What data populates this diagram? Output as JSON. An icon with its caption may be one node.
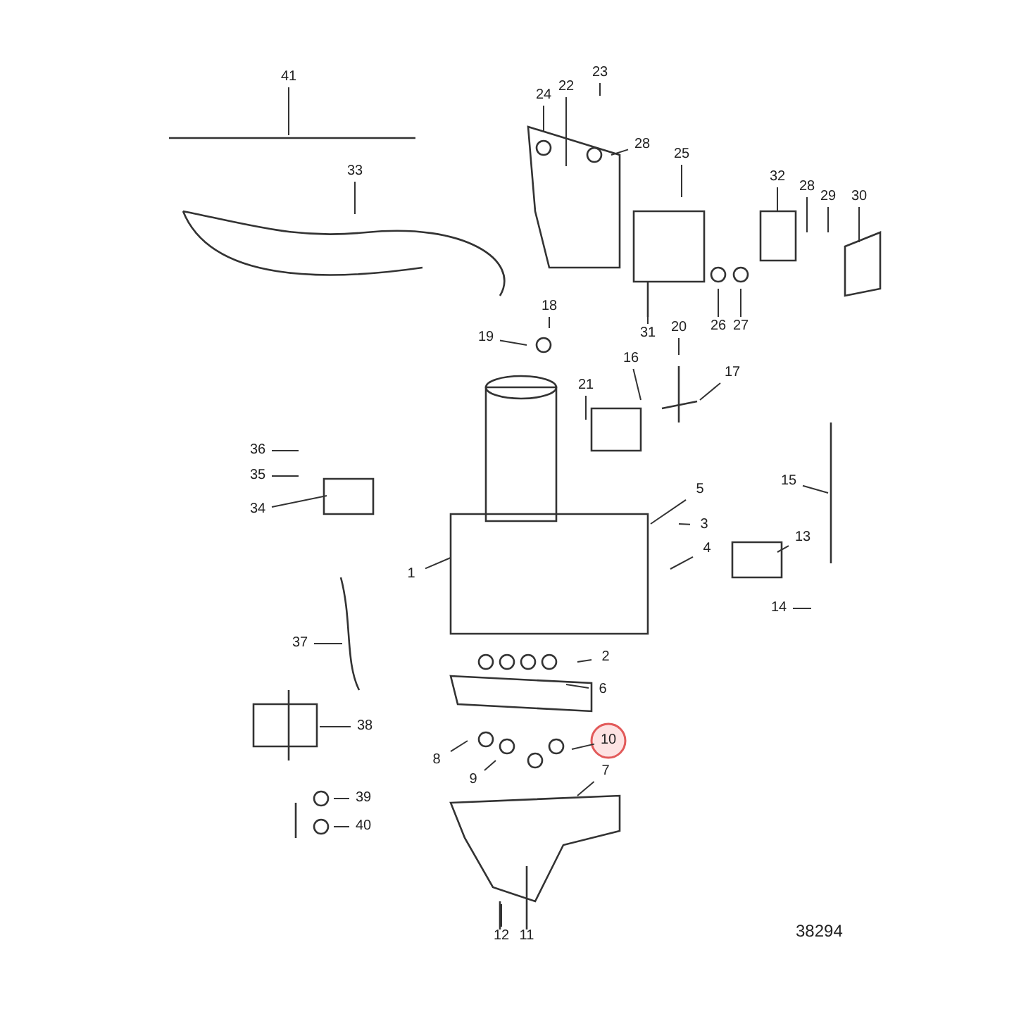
{
  "diagram": {
    "nodes": [
      {
        "text": [
          "41"
        ]
      },
      {
        "text": [
          "33"
        ]
      },
      {
        "text": [
          "24"
        ]
      },
      {
        "text": [
          "22"
        ]
      },
      {
        "text": [
          "23"
        ]
      },
      {
        "text": [
          "28"
        ]
      },
      {
        "text": [
          "25"
        ]
      },
      {
        "text": [
          "32"
        ]
      },
      {
        "text": [
          "28"
        ]
      },
      {
        "text": [
          "29"
        ]
      },
      {
        "text": [
          "30"
        ]
      },
      {
        "text": [
          "18"
        ]
      },
      {
        "text": [
          "19"
        ]
      },
      {
        "text": [
          "31"
        ]
      },
      {
        "text": [
          "20"
        ]
      },
      {
        "text": [
          "26"
        ]
      },
      {
        "text": [
          "27"
        ]
      },
      {
        "text": [
          "17"
        ]
      },
      {
        "text": [
          "21"
        ]
      },
      {
        "text": [
          "16"
        ]
      },
      {
        "text": [
          "36"
        ]
      },
      {
        "text": [
          "35"
        ]
      },
      {
        "text": [
          "34"
        ]
      },
      {
        "text": [
          "1"
        ]
      },
      {
        "text": [
          "5"
        ]
      },
      {
        "text": [
          "3"
        ]
      },
      {
        "text": [
          "4"
        ]
      },
      {
        "text": [
          "13"
        ]
      },
      {
        "text": [
          "15"
        ]
      },
      {
        "text": [
          "14"
        ]
      },
      {
        "text": [
          "37"
        ]
      },
      {
        "text": [
          "2"
        ]
      },
      {
        "text": [
          "6"
        ]
      },
      {
        "text": [
          "38"
        ]
      },
      {
        "text": [
          "10"
        ]
      },
      {
        "text": [
          "8"
        ]
      },
      {
        "text": [
          "9"
        ]
      },
      {
        "text": [
          "7"
        ]
      },
      {
        "text": [
          "39"
        ]
      },
      {
        "text": [
          "40"
        ]
      },
      {
        "text": [
          "12"
        ]
      },
      {
        "text": [
          "11"
        ]
      }
    ],
    "edges": [
      {
        "from": 0,
        "to": null,
        "arrow": "none"
      },
      {
        "from": 1,
        "to": null,
        "arrow": "none"
      },
      {
        "from": 2,
        "to": null,
        "arrow": "none"
      },
      {
        "from": 3,
        "to": null,
        "arrow": "none"
      },
      {
        "from": 4,
        "to": null,
        "arrow": "none"
      },
      {
        "from": 5,
        "to": null,
        "arrow": "none"
      },
      {
        "from": 6,
        "to": null,
        "arrow": "none"
      },
      {
        "from": 7,
        "to": null,
        "arrow": "none"
      },
      {
        "from": 8,
        "to": null,
        "arrow": "none"
      },
      {
        "from": 9,
        "to": null,
        "arrow": "none"
      },
      {
        "from": 10,
        "to": null,
        "arrow": "none"
      },
      {
        "from": 11,
        "to": null,
        "arrow": "none"
      },
      {
        "from": 12,
        "to": null,
        "arrow": "none"
      },
      {
        "from": 13,
        "to": null,
        "arrow": "none"
      },
      {
        "from": 14,
        "to": null,
        "arrow": "none"
      },
      {
        "from": 15,
        "to": null,
        "arrow": "none"
      },
      {
        "from": 16,
        "to": null,
        "arrow": "none"
      },
      {
        "from": 17,
        "to": null,
        "arrow": "none"
      },
      {
        "from": 18,
        "to": null,
        "arrow": "none"
      },
      {
        "from": 19,
        "to": null,
        "arrow": "none"
      },
      {
        "from": 20,
        "to": null,
        "arrow": "none"
      },
      {
        "from": 21,
        "to": null,
        "arrow": "none"
      },
      {
        "from": 22,
        "to": null,
        "arrow": "none"
      },
      {
        "from": 23,
        "to": null,
        "arrow": "none"
      },
      {
        "from": 24,
        "to": null,
        "arrow": "none"
      },
      {
        "from": 25,
        "to": null,
        "arrow": "none"
      },
      {
        "from": 26,
        "to": null,
        "arrow": "none"
      },
      {
        "from": 27,
        "to": null,
        "arrow": "none"
      },
      {
        "from": 28,
        "to": null,
        "arrow": "none"
      },
      {
        "from": 29,
        "to": null,
        "arrow": "none"
      },
      {
        "from": 30,
        "to": null,
        "arrow": "none"
      },
      {
        "from": 31,
        "to": null,
        "arrow": "none"
      },
      {
        "from": 32,
        "to": null,
        "arrow": "none"
      },
      {
        "from": 33,
        "to": null,
        "arrow": "none"
      },
      {
        "from": 34,
        "to": null,
        "arrow": "none"
      },
      {
        "from": 35,
        "to": null,
        "arrow": "none"
      },
      {
        "from": 36,
        "to": null,
        "arrow": "none"
      },
      {
        "from": 37,
        "to": null,
        "arrow": "none"
      },
      {
        "from": 38,
        "to": null,
        "arrow": "none"
      },
      {
        "from": 39,
        "to": null,
        "arrow": "none"
      },
      {
        "from": 40,
        "to": null,
        "arrow": "none"
      },
      {
        "from": 41,
        "to": null,
        "arrow": "none"
      }
    ],
    "labels": [
      "38294"
    ]
  }
}
